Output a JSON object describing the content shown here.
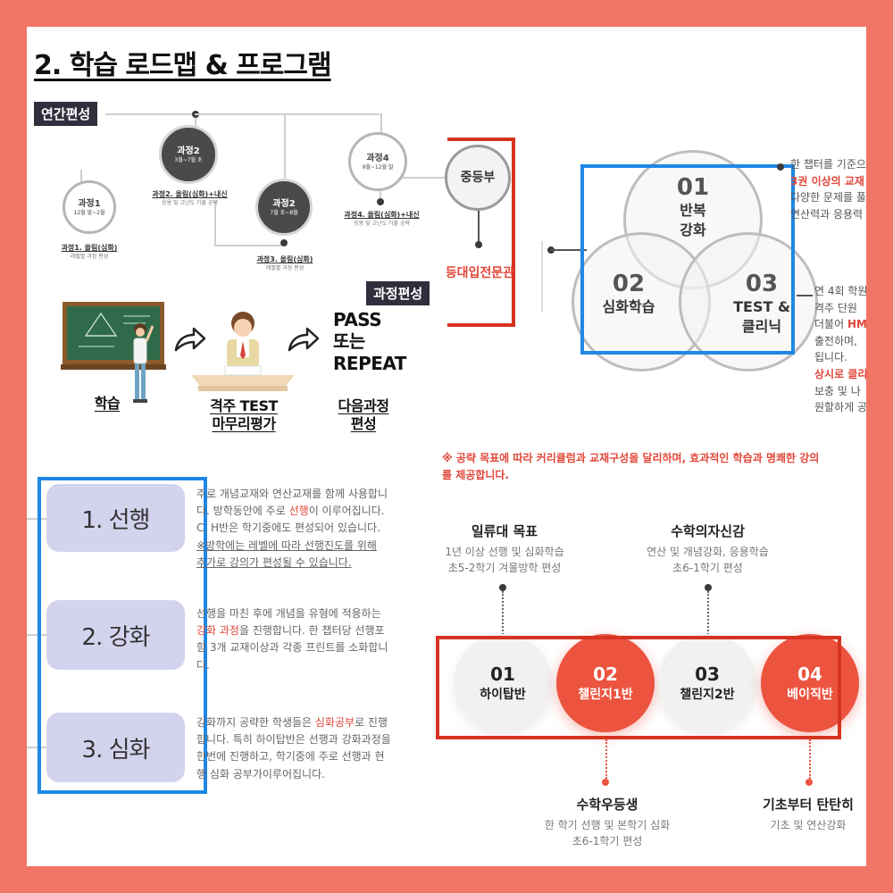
{
  "title": "2. 학습 로드맵 & 프로그램",
  "tags": {
    "annual": "연간편성",
    "course": "과정편성"
  },
  "stages": [
    {
      "name": "과정1",
      "period": "12월 말~2월",
      "caption": "과정1. 올림(심화)",
      "sub": "레벨별 과정 편성"
    },
    {
      "name": "과정2",
      "period": "3월~7월 초",
      "caption": "과정2. 올림(심화)+내신",
      "sub": "응용 및 고난도 기출 공략"
    },
    {
      "name": "과정2",
      "period": "7월 초~8월",
      "caption": "과정3. 올림(심화)",
      "sub": "레벨별 과정 편성"
    },
    {
      "name": "과정4",
      "period": "9월~12월 말",
      "caption": "과정4. 올림(심화)+내신",
      "sub": "응용 및 고난도 기출 공략"
    }
  ],
  "middle": {
    "circle": "중등부",
    "vertical": "중등대입전문관"
  },
  "flow": {
    "study": "학습",
    "test_line1": "격주 TEST",
    "test_line2": "마무리평가",
    "pass_line1": "PASS",
    "pass_line2": "또는",
    "pass_line3": "REPEAT",
    "next_line1": "다음과정",
    "next_line2": "편성"
  },
  "venn": [
    {
      "num": "01",
      "line1": "반복",
      "line2": "강화"
    },
    {
      "num": "02",
      "line1": "심화학습",
      "line2": ""
    },
    {
      "num": "03",
      "line1": "TEST &",
      "line2": "클리닉"
    }
  ],
  "venn_right_text": {
    "l1": "한 챕터를 기준으",
    "l2": "3권 이상의 교재",
    "l3": "다양한 문제를 풀",
    "l4": "연산력과 응용력",
    "m1": "연 4회 학원",
    "m2": "격주 단원",
    "m3a": "더불어 ",
    "m3b": "HM",
    "m4": "출전하며,",
    "m5": "됩니다.",
    "r1": "상시로 클리",
    "r2": "보충 및 나",
    "r3": "원할하게 공"
  },
  "notice": {
    "line1": "※ 공략 목표에 따라 커리큘럼과 교재구성을 달리하며, 효과적인 학습과 명쾌한 강의",
    "line2": "를 제공합니다."
  },
  "steps": [
    {
      "label": "1. 선행"
    },
    {
      "label": "2. 강화"
    },
    {
      "label": "3. 심화"
    }
  ],
  "step_texts": {
    "s1_l1": "주로 개념교재와 연산교재를 함께 사용합니",
    "s1_l2a": "다. 방학동안에 주로 ",
    "s1_l2b": "선행",
    "s1_l2c": "이 이루어집니다.",
    "s1_l3": "C, H반은 학기중에도 편성되어 있습니다.",
    "s1_l4": "※방학에는 레벨에 따라 선행진도를 위해",
    "s1_l5": "추가로 강의가 편성될 수 있습니다.",
    "s2_l1": "선행을 마친 후에 개념을 유형에 적용하는",
    "s2_l2a": "강화 과정",
    "s2_l2b": "을 진행합니다. 한 챕터당 선행포",
    "s2_l3": "함 3개 교재이상과 각종 프린트를 소화합니",
    "s2_l4": "다.",
    "s3_l1a": "강화까지 공략한 학생들은 ",
    "s3_l1b": "심화공부",
    "s3_l1c": "로 진행",
    "s3_l2": "합니다. 특히 하이탑반은 선행과 강화과정을",
    "s3_l3": "한번에 진행하고, 학기중에 주로 선행과 현",
    "s3_l4": "행 심화 공부가이루어집니다."
  },
  "goals_top": [
    {
      "title": "일류대 목표",
      "l1": "1년 이상 선행 및 심화학습",
      "l2": "초5-2학기 겨울방학 편성"
    },
    {
      "title": "수학의자신감",
      "l1": "연산 및 개념강화, 응용학습",
      "l2": "초6-1학기 편성"
    }
  ],
  "classes": [
    {
      "num": "01",
      "name": "하이탑반"
    },
    {
      "num": "02",
      "name": "챌린지1반"
    },
    {
      "num": "03",
      "name": "챌린지2반"
    },
    {
      "num": "04",
      "name": "베이직반"
    }
  ],
  "goals_bottom": [
    {
      "title": "수학우등생",
      "l1": "한 학기 선행 및 본학기 심화",
      "l2": "초6-1학기 편성"
    },
    {
      "title": "기초부터 탄탄히",
      "l1": "기초 및 연산강화",
      "l2": ""
    }
  ]
}
